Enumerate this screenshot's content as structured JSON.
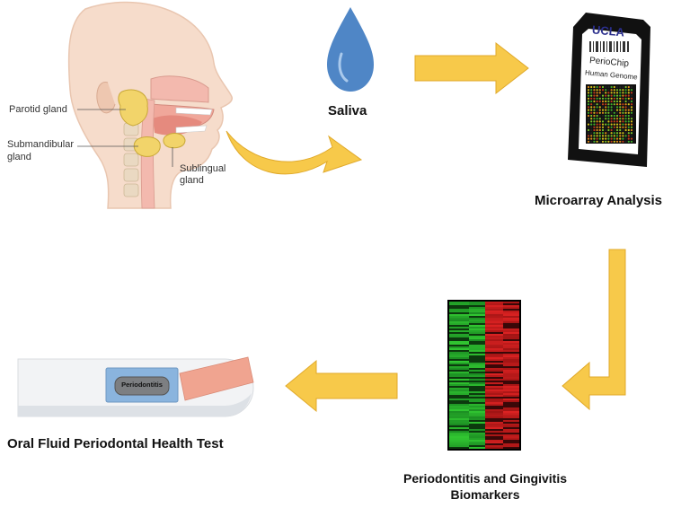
{
  "anatomy": {
    "parotid": "Parotid gland",
    "submandibular_line1": "Submandibular",
    "submandibular_line2": "gland",
    "sublingual_line1": "Sublingual",
    "sublingual_line2": "gland"
  },
  "saliva_label": "Saliva",
  "chip": {
    "brand": "UCLA",
    "name": "PerioChip",
    "subtitle": "Human Genome"
  },
  "microarray_label": "Microarray Analysis",
  "biomarkers_label_line1": "Periodontitis and Gingivitis",
  "biomarkers_label_line2": "Biomarkers",
  "test_strip_window": "Periodontitis",
  "test_label": "Oral Fluid Periodontal Health Test",
  "colors": {
    "arrow": "#f7c94a",
    "arrow_stroke": "#e0a92a",
    "gland": "#f2d46a",
    "drop": "#4f86c6",
    "heatmap_green": "#22a833",
    "heatmap_red": "#c62020"
  }
}
